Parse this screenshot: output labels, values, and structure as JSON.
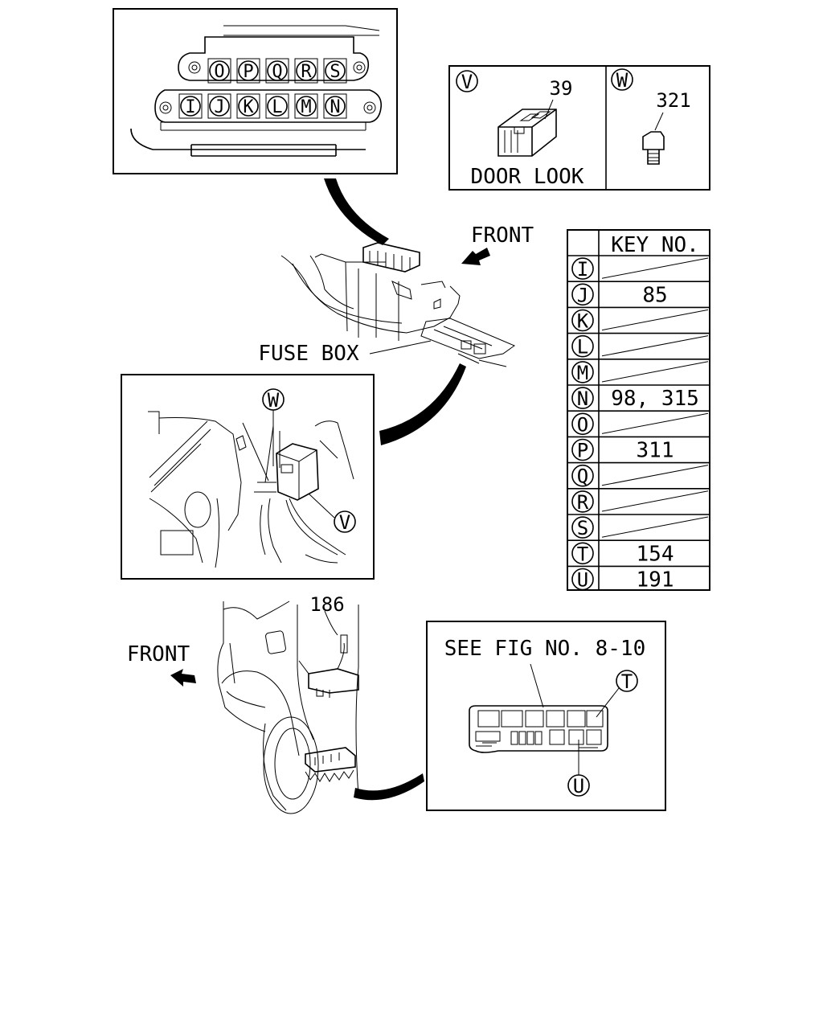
{
  "top_connector": {
    "row_top": [
      "O",
      "P",
      "Q",
      "R",
      "S"
    ],
    "row_bottom": [
      "I",
      "J",
      "K",
      "L",
      "M",
      "N"
    ]
  },
  "detail_v": {
    "tag": "V",
    "part": "39",
    "caption": "DOOR  LOOK"
  },
  "detail_w": {
    "tag": "W",
    "part": "321"
  },
  "front_label_top": "FRONT",
  "front_label_bottom": "FRONT",
  "fuse_box_label": "FUSE  BOX",
  "mid_inset": {
    "tag_w": "W",
    "tag_v": "V"
  },
  "lower_part": "186",
  "see_fig": {
    "text": "SEE  FIG  NO. 8-10",
    "tag_t": "T",
    "tag_u": "U"
  },
  "key_table": {
    "header": "KEY  NO.",
    "rows": [
      {
        "key": "I",
        "value": ""
      },
      {
        "key": "J",
        "value": "85"
      },
      {
        "key": "K",
        "value": ""
      },
      {
        "key": "L",
        "value": ""
      },
      {
        "key": "M",
        "value": ""
      },
      {
        "key": "N",
        "value": "98, 315"
      },
      {
        "key": "O",
        "value": ""
      },
      {
        "key": "P",
        "value": "311"
      },
      {
        "key": "Q",
        "value": ""
      },
      {
        "key": "R",
        "value": ""
      },
      {
        "key": "S",
        "value": ""
      },
      {
        "key": "T",
        "value": "154"
      },
      {
        "key": "U",
        "value": "191"
      }
    ]
  }
}
